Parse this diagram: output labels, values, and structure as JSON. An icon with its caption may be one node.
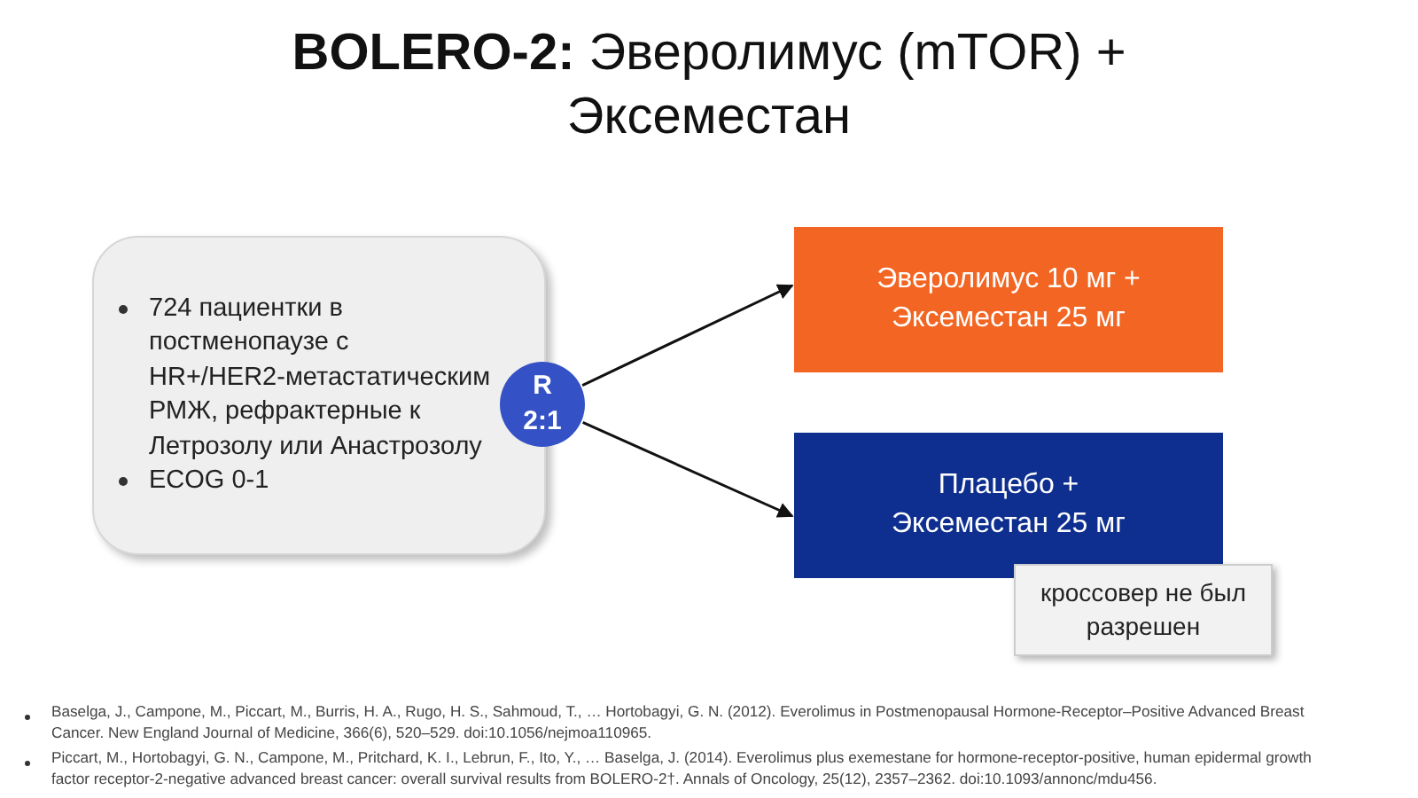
{
  "diagram": {
    "title": "**BOLERO-2:** Эверолимус (mTOR) + Эксеместан",
    "nodes": [
      {
        "text": [
          "724 пациентки в постменопаузе с HR+/HER2-метастатическим РМЖ, рефрактерные к Летрозолу или Анастрозолу",
          "ECOG 0-1"
        ]
      },
      {
        "text": [
          "R 2:1"
        ]
      },
      {
        "text": [
          "Эверолимус 10 мг + Эксеместан 25 мг"
        ]
      },
      {
        "text": [
          "Плацебо + Эксеместан 25 мг"
        ]
      },
      {
        "text": [
          "кроссовер не был разрешен"
        ]
      }
    ],
    "edges": [
      {
        "from": 1,
        "to": 2,
        "arrow": "to"
      },
      {
        "from": 1,
        "to": 3,
        "arrow": "to"
      }
    ],
    "labels": [
      "Baselga, J., Campone, M., Piccart, M., Burris, H. A., Rugo, H. S., Sahmoud, T., … Hortobagyi, G. N. (2012). Everolimus in Postmenopausal Hormone-Receptor–Positive Advanced Breast Cancer. New England Journal of Medicine, 366(6), 520–529. doi:10.1056/nejmoa110965.",
      "Piccart, M., Hortobagyi, G. N., Campone, M., Pritchard, K. I., Lebrun, F., Ito, Y., … Baselga, J. (2014). Everolimus plus exemestane for hormone-receptor-positive, human epidermal growth factor receptor-2-negative advanced breast cancer: overall survival results from BOLERO-2†. Annals of Oncology, 25(12), 2357–2362. doi:10.1093/annonc/mdu456."
    ]
  }
}
